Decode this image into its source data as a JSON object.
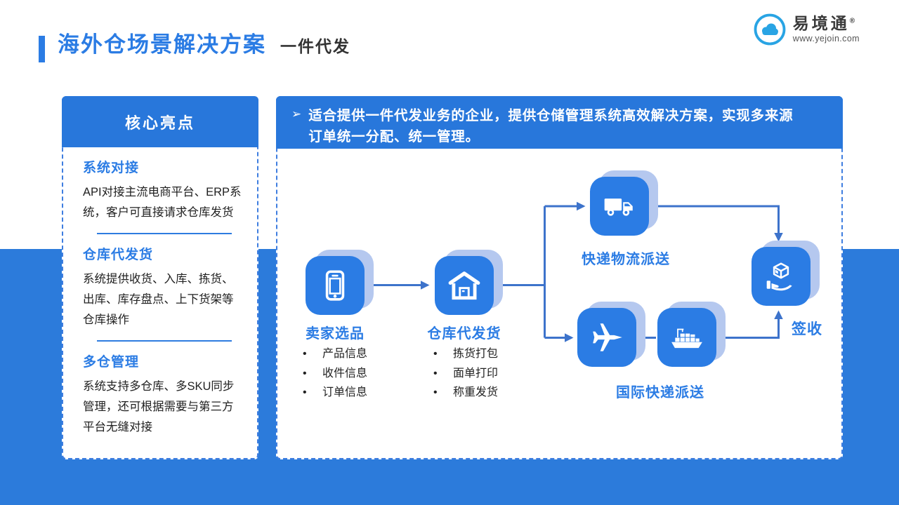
{
  "page": {
    "title_main": "海外仓场景解决方案",
    "title_sub": "一件代发"
  },
  "logo": {
    "name": "易境通",
    "reg": "®",
    "url": "www.yejoin.com"
  },
  "colors": {
    "primary_blue": "#2b7ce4",
    "band_blue": "#2c7bdb",
    "header_blue": "#2877db",
    "shadow_tile": "#b5c8ef",
    "arrow_blue": "#3d73cb",
    "logo_cyan": "#29a4e4",
    "text_dark": "#222222"
  },
  "sidebar": {
    "header": "核心亮点",
    "sections": [
      {
        "title": "系统对接",
        "body": "API对接主流电商平台、ERP系统，客户可直接请求仓库发货"
      },
      {
        "title": "仓库代发货",
        "body": "系统提供收货、入库、拣货、出库、库存盘点、上下货架等仓库操作"
      },
      {
        "title": "多仓管理",
        "body": "系统支持多仓库、多SKU同步管理，还可根据需要与第三方平台无缝对接"
      }
    ]
  },
  "main": {
    "intro_marker": "➢",
    "intro_line1": "适合提供一件代发业务的企业，提供仓储管理系统高效解决方案，实现多来源",
    "intro_line2": "订单统一分配、统一管理。",
    "flow": {
      "nodes": [
        {
          "id": "seller",
          "label": "卖家选品",
          "icon": "phone-icon",
          "bullets": [
            "产品信息",
            "收件信息",
            "订单信息"
          ]
        },
        {
          "id": "warehouse",
          "label": "仓库代发货",
          "icon": "warehouse-icon",
          "bullets": [
            "拣货打包",
            "面单打印",
            "称重发货"
          ]
        },
        {
          "id": "express",
          "label": "快递物流派送",
          "icon": "truck-icon"
        },
        {
          "id": "intl",
          "label": "国际快递派送",
          "icon": "plane-icon ship-icon"
        },
        {
          "id": "receive",
          "label": "签收",
          "icon": "hand-box-icon"
        }
      ],
      "bullet_char": "•"
    }
  }
}
